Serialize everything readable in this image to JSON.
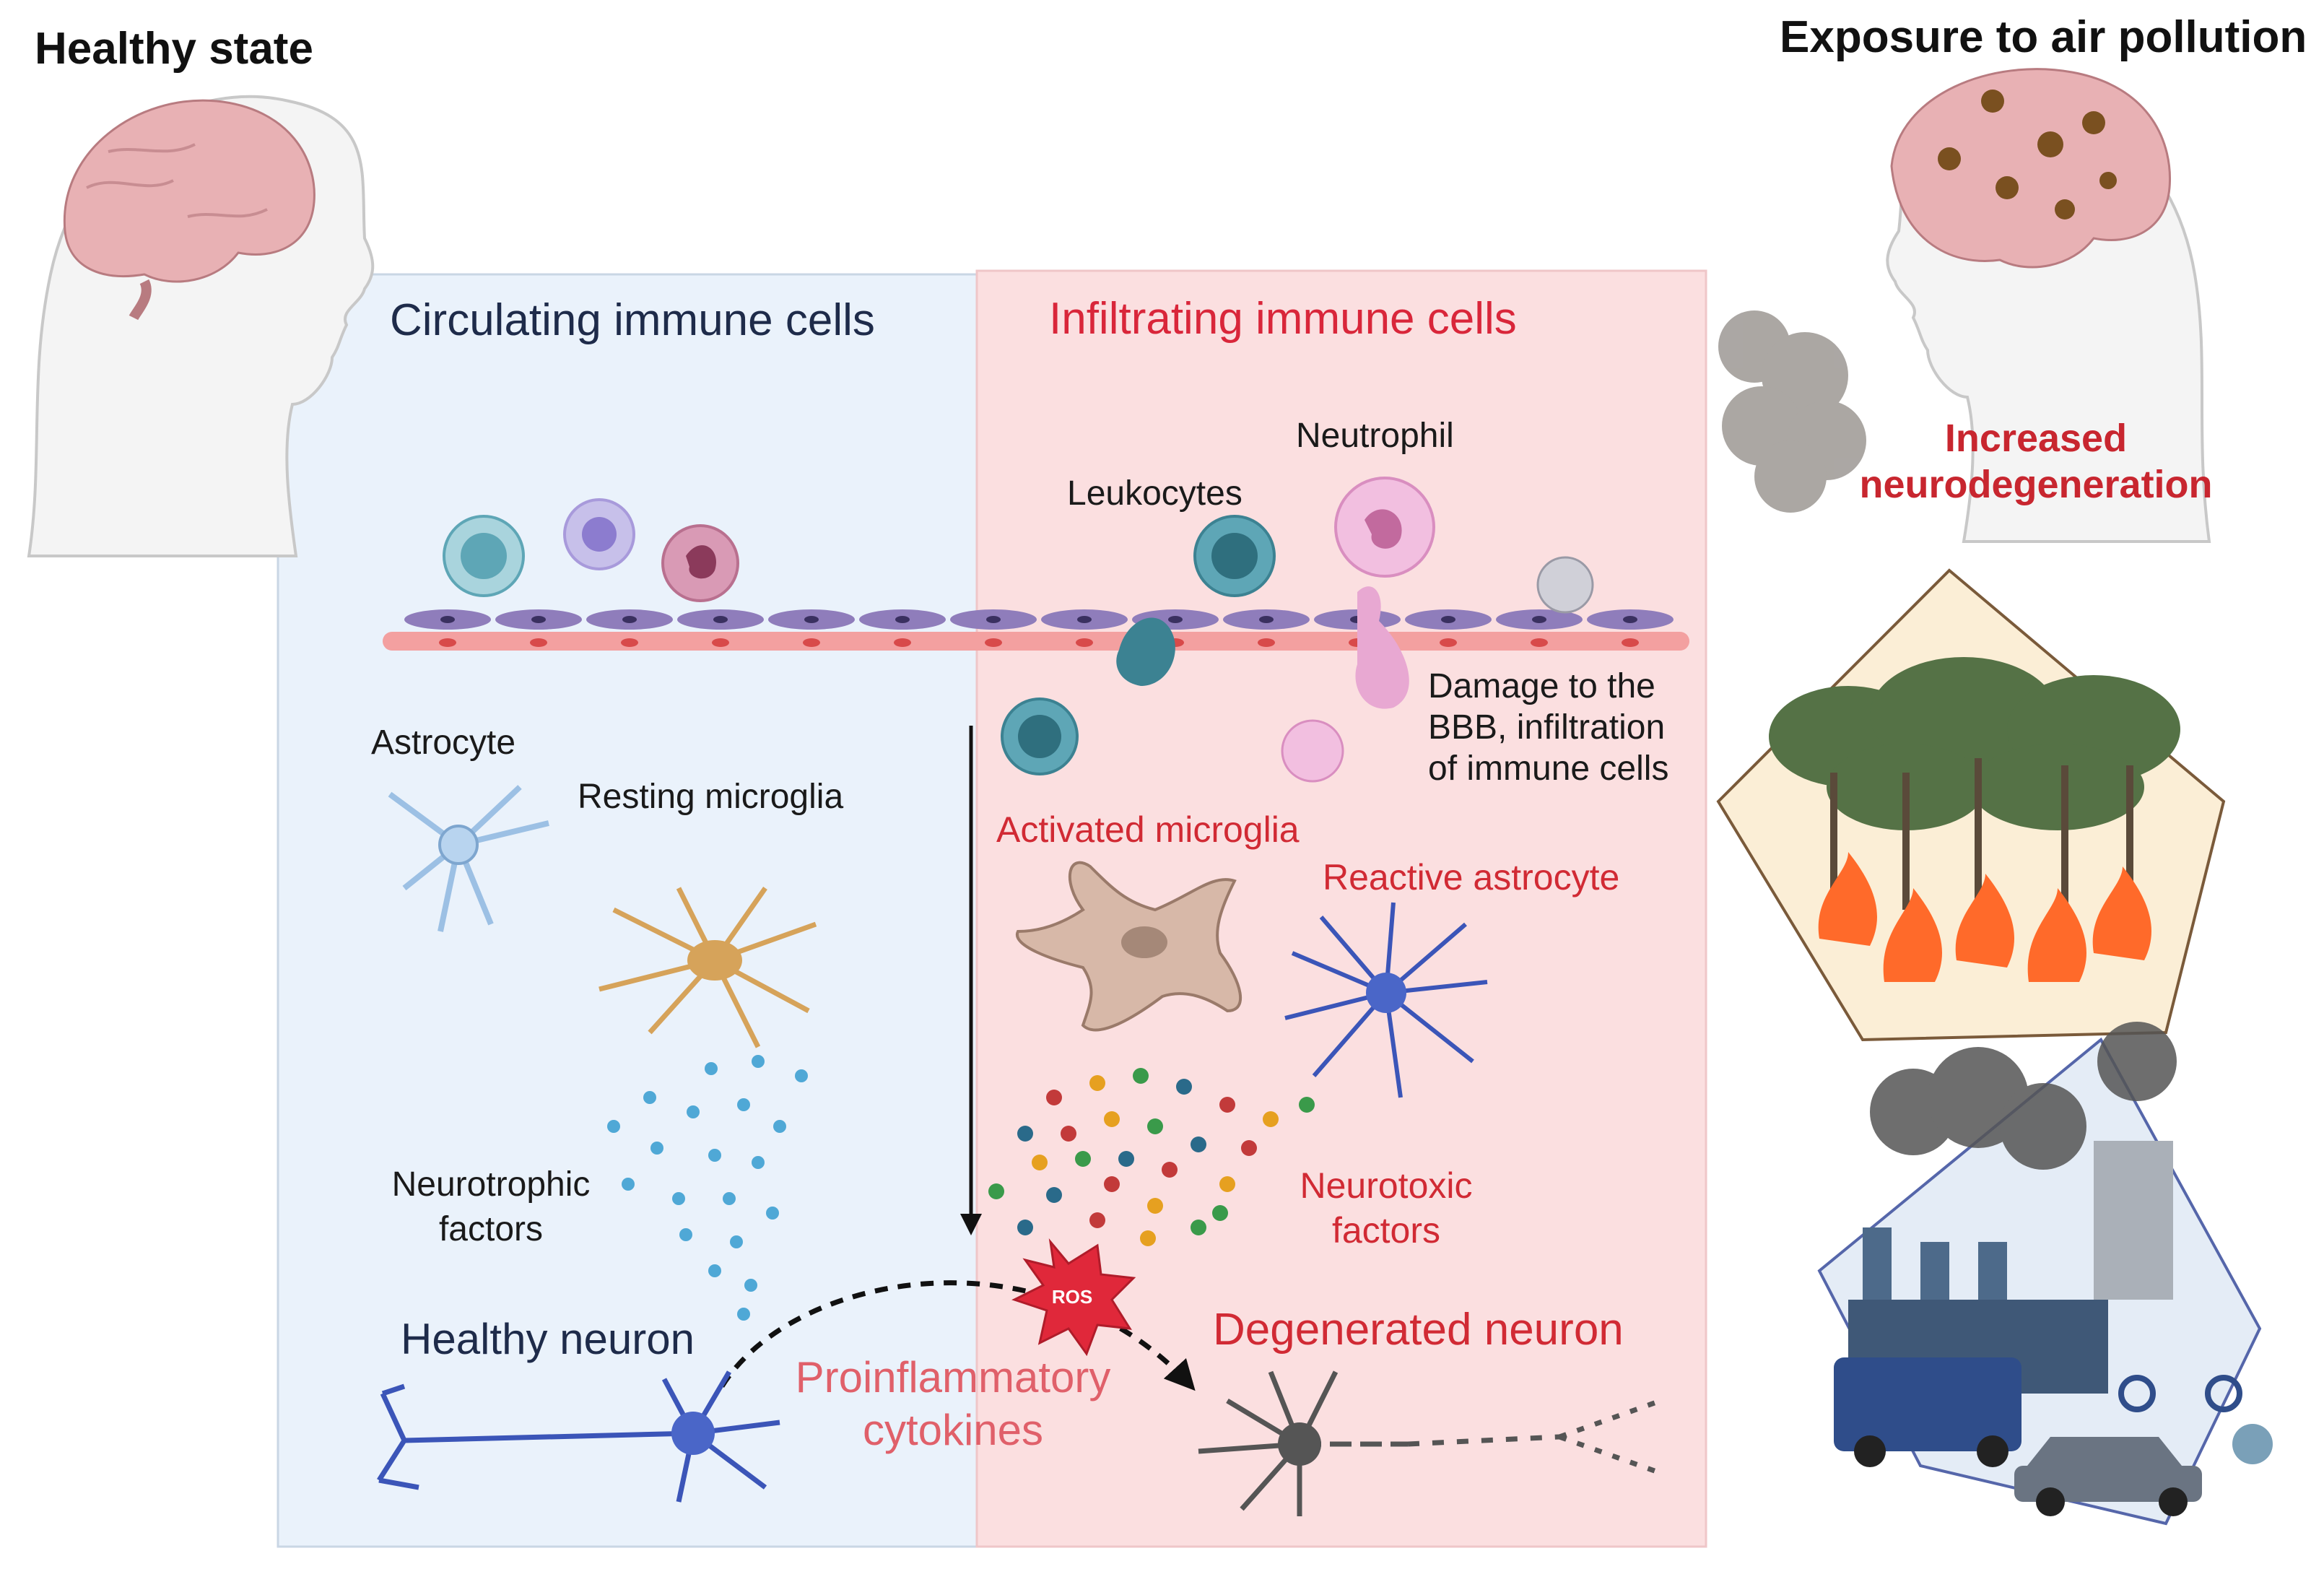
{
  "titles": {
    "healthy_state": "Healthy state",
    "exposure": "Exposure to air pollution"
  },
  "panels": {
    "left_heading": "Circulating immune cells",
    "right_heading": "Infiltrating immune cells"
  },
  "labels": {
    "neutrophil": "Neutrophil",
    "leukocytes": "Leukocytes",
    "bbb_damage_1": "Damage to the",
    "bbb_damage_2": "BBB, infiltration",
    "bbb_damage_3": "of immune cells",
    "astrocyte": "Astrocyte",
    "resting_microglia": "Resting microglia",
    "activated_microglia": "Activated microglia",
    "reactive_astrocyte": "Reactive astrocyte",
    "neurotrophic_1": "Neurotrophic",
    "neurotrophic_2": "factors",
    "neurotoxic_1": "Neurotoxic",
    "neurotoxic_2": "factors",
    "healthy_neuron": "Healthy neuron",
    "degenerated_neuron": "Degenerated neuron",
    "proinflammatory_1": "Proinflammatory",
    "proinflammatory_2": "cytokines",
    "ros": "ROS",
    "increased_1": "Increased",
    "increased_2": "neurodegeneration"
  },
  "colors": {
    "left_panel": "#eaf2fb",
    "right_panel": "#fbdfe0",
    "endothelium": "#8f7dbb",
    "pericyte": "#f08f8f",
    "leukocyte": "#5ea6b6",
    "neutrophil": "#e6a3cf",
    "astrocyte": "#9cc0e4",
    "microglia": "#d6a35a",
    "activated_microglia": "#d7b8a8",
    "reactive_astrocyte": "#3b55b8",
    "neuron": "#3b55b8",
    "degenerated_neuron": "#555555",
    "ros": "#e0283a"
  }
}
